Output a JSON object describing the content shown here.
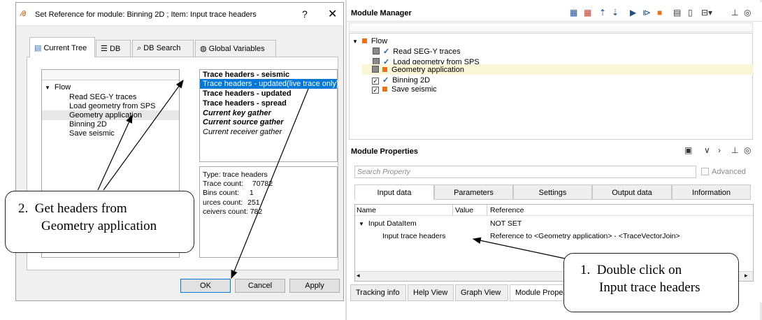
{
  "dialog": {
    "title": "Set Reference for module: Binning 2D ; Item: Input trace headers",
    "help_label": "?",
    "close_label": "✕",
    "tabs": [
      {
        "label": "Current Tree",
        "icon": "tree-icon"
      },
      {
        "label": "DB",
        "icon": "database-icon"
      },
      {
        "label": "DB Search",
        "icon": "search-icon"
      },
      {
        "label": "Global Variables",
        "icon": "globe-icon"
      }
    ],
    "tree": {
      "root": "Flow",
      "items": [
        "Read SEG-Y traces",
        "Load geometry from SPS",
        "Geometry application",
        "Binning 2D",
        "Save seismic"
      ]
    },
    "headers": [
      {
        "label": "Trace headers - seismic",
        "style": "bold"
      },
      {
        "label": "Trace headers - updated(live trace only)",
        "style": "selected"
      },
      {
        "label": "Trace headers - updated",
        "style": "bold"
      },
      {
        "label": "Trace headers - spread",
        "style": "bold"
      },
      {
        "label": "Current key gather",
        "style": "bold-italic"
      },
      {
        "label": "Current source gather",
        "style": "bold-italic"
      },
      {
        "label": "Current receiver gather",
        "style": "italic"
      }
    ],
    "info": {
      "type_line": "Type: trace headers",
      "trace_count_label": "Trace count:",
      "trace_count": "70782",
      "bins_count_label": "Bins count:",
      "bins_count": "1",
      "sources_label": "urces count:",
      "sources_count": "251",
      "receivers_label": "ceivers count:",
      "receivers_count": "782"
    },
    "buttons": {
      "ok": "OK",
      "cancel": "Cancel",
      "apply": "Apply"
    }
  },
  "module_manager": {
    "title": "Module Manager",
    "root": "Flow",
    "modules": [
      {
        "label": "Read SEG-Y traces"
      },
      {
        "label": "Load geometry from SPS"
      },
      {
        "label": "Geometry application"
      },
      {
        "label": "Binning 2D"
      },
      {
        "label": "Save seismic"
      }
    ]
  },
  "module_properties": {
    "title": "Module Properties",
    "search_placeholder": "Search Property",
    "advanced_label": "Advanced",
    "tabs": [
      "Input data",
      "Parameters",
      "Settings",
      "Output data",
      "Information"
    ],
    "columns": [
      "Name",
      "Value",
      "Reference"
    ],
    "rows": [
      {
        "name": "Input DataItem",
        "value": "",
        "reference": "NOT SET"
      },
      {
        "name": "Input trace headers",
        "value": "",
        "reference": "Reference to <Geometry application> - <TraceVectorJoin>"
      }
    ],
    "bottom_tabs": [
      "Tracking info",
      "Help View",
      "Graph View",
      "Module Prope"
    ]
  },
  "callouts": {
    "step2_number": "2.",
    "step2_line1": "Get headers from",
    "step2_line2": "Geometry application",
    "step1_number": "1.",
    "step1_line1": "Double click on",
    "step1_line2": "Input trace headers"
  },
  "colors": {
    "selection": "#0078d7",
    "accent_orange": "#e8731a",
    "check_blue": "#1f5fae"
  }
}
